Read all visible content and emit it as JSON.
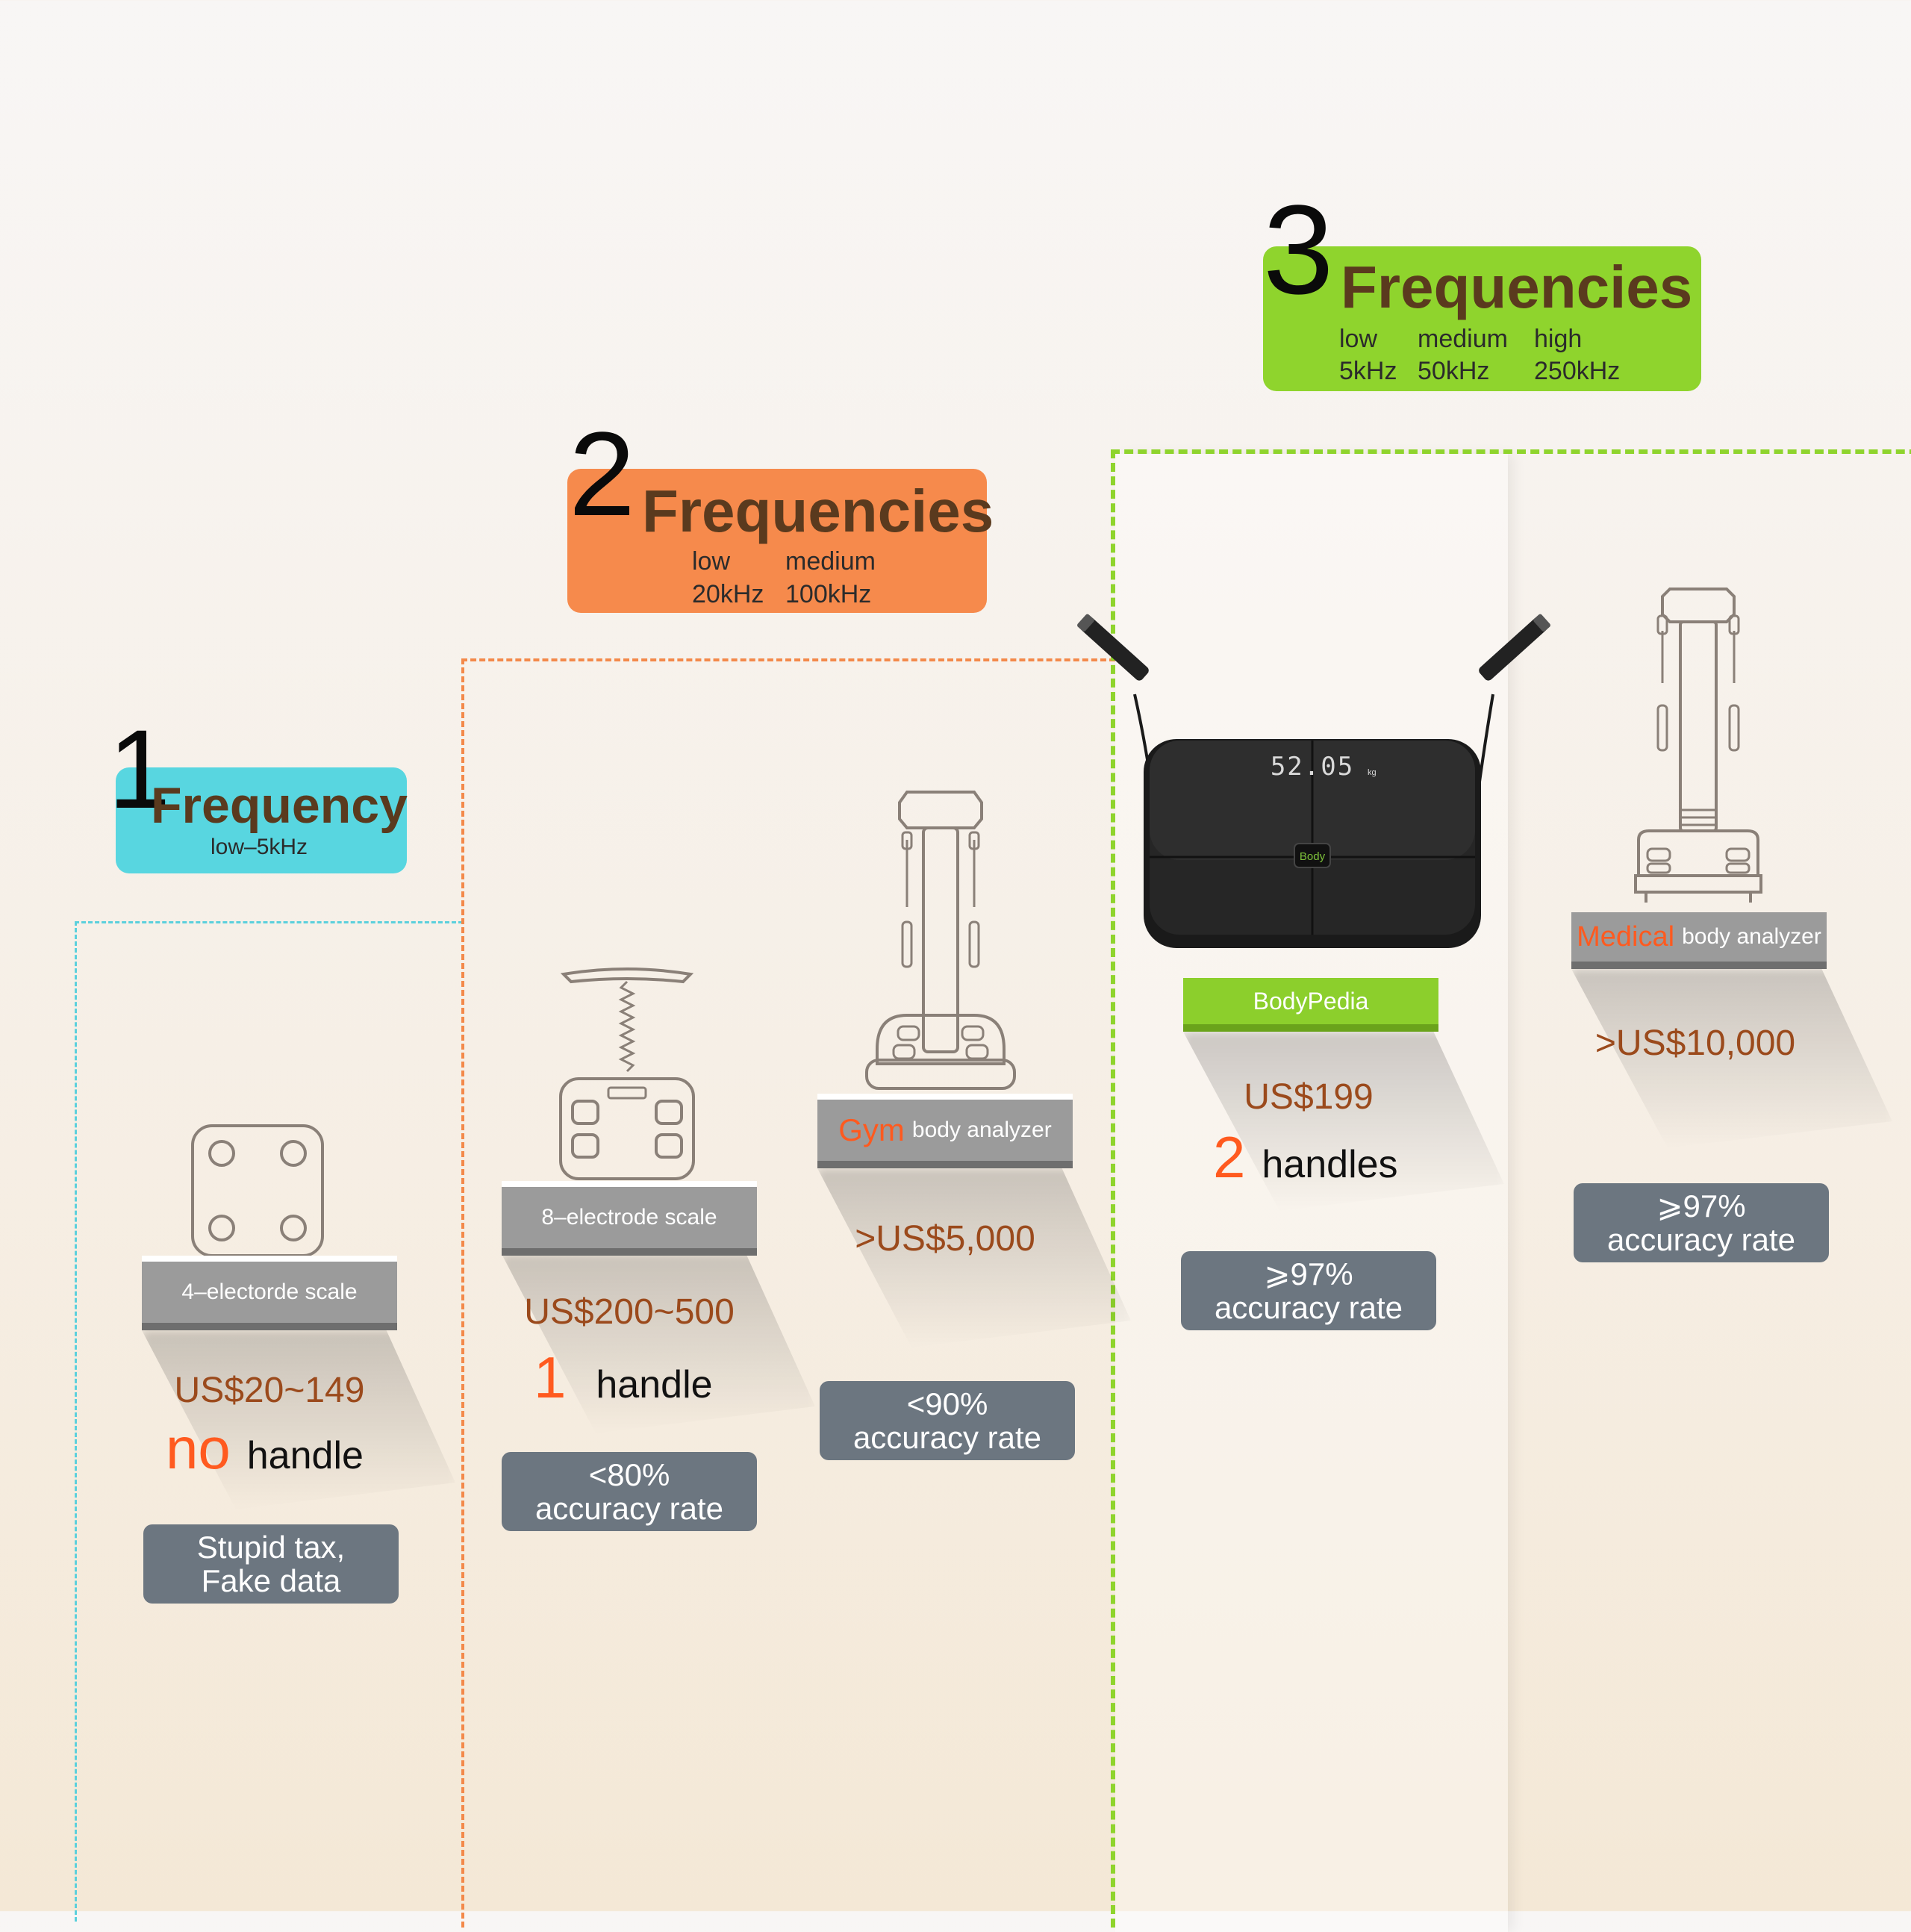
{
  "colors": {
    "one_frequency": "#58d6e0",
    "two_frequencies": "#f68a4c",
    "three_frequencies": "#8fd42d",
    "accent_orange": "#ff5a1f",
    "price_brown": "#9b4a1c",
    "label_grey": "#9b9b9b",
    "info_box_grey": "#6c7680"
  },
  "tiers": [
    {
      "number": "1",
      "title": "Frequency",
      "frequencies": [
        {
          "label": "low–5kHz"
        }
      ]
    },
    {
      "number": "2",
      "title": "Frequencies",
      "frequencies": [
        {
          "name": "low",
          "value": "20kHz"
        },
        {
          "name": "medium",
          "value": "100kHz"
        }
      ]
    },
    {
      "number": "3",
      "title": "Frequencies",
      "frequencies": [
        {
          "name": "low",
          "value": "5kHz"
        },
        {
          "name": "medium",
          "value": "50kHz"
        },
        {
          "name": "high",
          "value": "250kHz"
        }
      ]
    }
  ],
  "products": [
    {
      "icon": "square-scale-icon",
      "label": "4–electorde scale",
      "price": "US$20~149",
      "handle_count": "no",
      "handle_word": "handle",
      "info_lines": [
        "Stupid tax,",
        "Fake data"
      ]
    },
    {
      "icon": "handle-scale-icon",
      "label": "8–electrode scale",
      "price": "US$200~500",
      "handle_count": "1",
      "handle_word": "handle",
      "info_lines": [
        "<80%",
        "accuracy rate"
      ]
    },
    {
      "icon": "gym-analyzer-icon",
      "label_highlight": "Gym",
      "label": "body analyzer",
      "price": ">US$5,000",
      "info_lines": [
        "<90%",
        "accuracy rate"
      ]
    },
    {
      "icon": "bodypedia-scale-icon",
      "label": "BodyPedia",
      "display_reading": "52.05",
      "display_unit": "kg",
      "brand_badge": "Body",
      "price": "US$199",
      "handle_count": "2",
      "handle_word": "handles",
      "info_lines": [
        "⩾97%",
        "accuracy rate"
      ]
    },
    {
      "icon": "medical-analyzer-icon",
      "label_highlight": "Medical",
      "label": "body analyzer",
      "price": ">US$10,000",
      "info_lines": [
        "⩾97%",
        "accuracy rate"
      ]
    }
  ]
}
